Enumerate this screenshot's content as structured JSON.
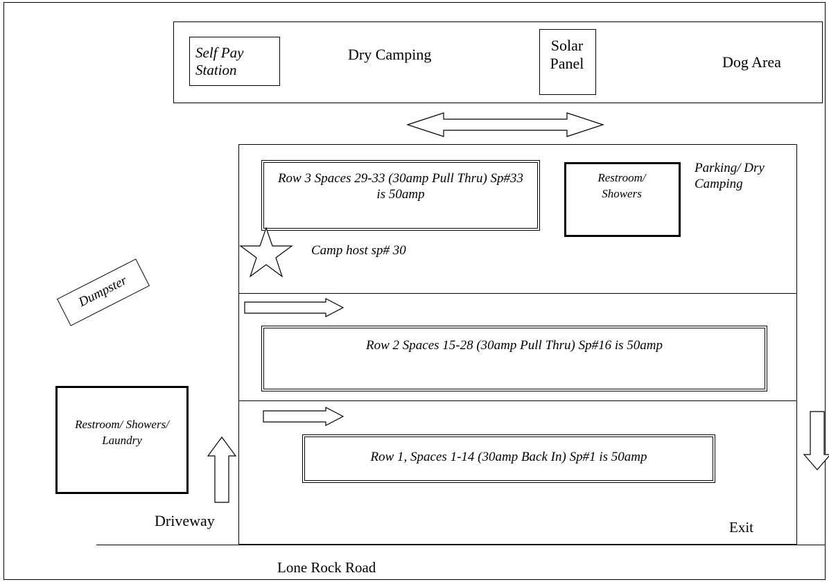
{
  "top_area": {
    "self_pay_station": "Self Pay Station",
    "dry_camping": "Dry Camping",
    "solar_panel": "Solar Panel",
    "dog_area": "Dog Area"
  },
  "rows": {
    "row3": "Row 3 Spaces 29-33  (30amp  Pull Thru) Sp#33 is 50amp",
    "row2": "Row 2 Spaces 15-28  (30amp  Pull Thru) Sp#16 is 50amp",
    "row1": "Row 1, Spaces 1-14 (30amp Back In)  Sp#1 is 50amp"
  },
  "labels": {
    "restroom_showers": "Restroom/ Showers",
    "parking_dry_camping": "Parking/ Dry Camping",
    "camp_host": "Camp host sp# 30",
    "dumpster": "Dumpster",
    "restroom_showers_laundry": "Restroom/ Showers/ Laundry",
    "driveway": "Driveway",
    "exit": "Exit",
    "road": "Lone Rock Road"
  }
}
